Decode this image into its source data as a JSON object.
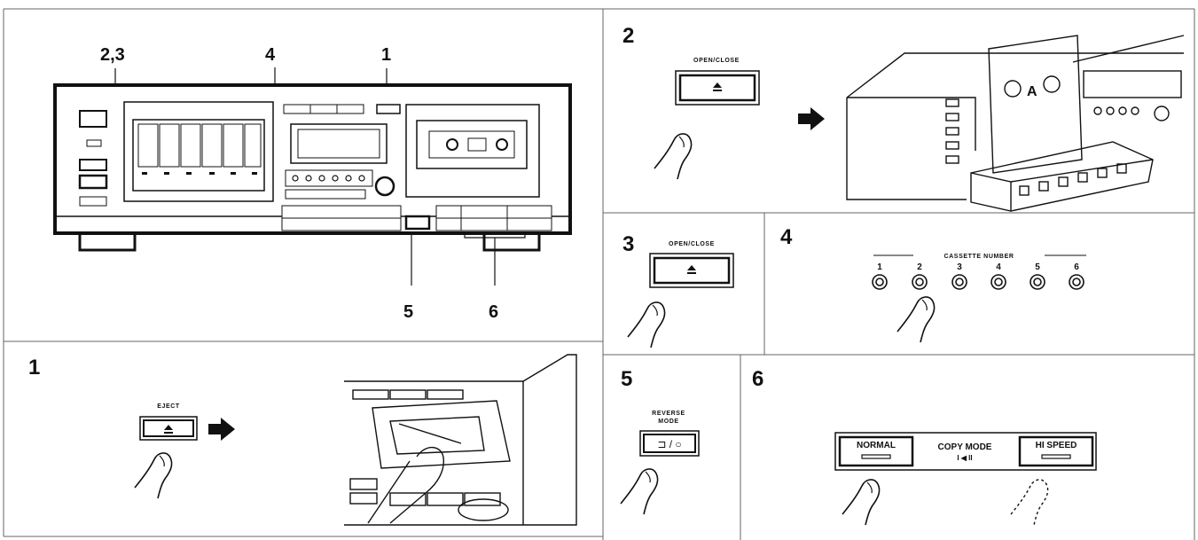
{
  "callouts": {
    "c23": "2,3",
    "c4": "4",
    "c1": "1",
    "c5": "5",
    "c6": "6"
  },
  "panels": {
    "p1": {
      "num": "1",
      "button_label": "EJECT"
    },
    "p2": {
      "num": "2",
      "button_label": "OPEN/CLOSE",
      "cassette_letter": "A"
    },
    "p3": {
      "num": "3",
      "button_label": "OPEN/CLOSE"
    },
    "p4": {
      "num": "4",
      "label": "CASSETTE NUMBER",
      "numbers": [
        "1",
        "2",
        "3",
        "4",
        "5",
        "6"
      ]
    },
    "p5": {
      "num": "5",
      "label_line1": "REVERSE",
      "label_line2": "MODE",
      "button_text": "⊐ / ○"
    },
    "p6": {
      "num": "6",
      "normal": "NORMAL",
      "copy_mode": "COPY MODE",
      "copy_sub": "I ◀ II",
      "hi_speed": "HI SPEED"
    }
  },
  "icons": {
    "eject": "eject-icon",
    "arrow": "right-arrow-icon",
    "finger": "finger-press-icon"
  }
}
